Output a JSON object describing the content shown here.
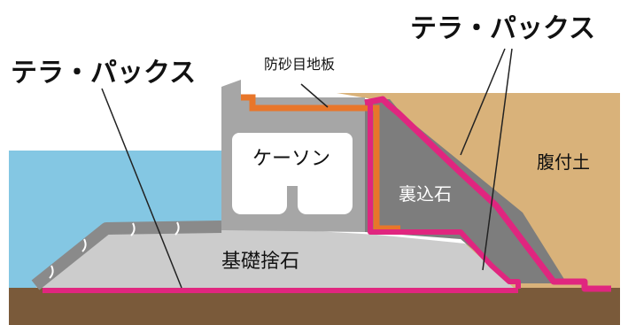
{
  "labels": {
    "terapax_left": "テラ・パックス",
    "terapax_right": "テラ・パックス",
    "sand_joint_plate": "防砂目地板",
    "caisson": "ケーソン",
    "backfill_stone": "裏込石",
    "embankment_soil": "腹付土",
    "foundation_rubble": "基礎捨石"
  },
  "colors": {
    "sea": "#84c7e3",
    "seabed": "#7a5a3a",
    "embankment": "#d9b27a",
    "rubble": "#cccccc",
    "caisson_body": "#a6a6a6",
    "backfill": "#7d7d7d",
    "sheet_magenta": "#e0267f",
    "plate_orange": "#e8762a"
  }
}
